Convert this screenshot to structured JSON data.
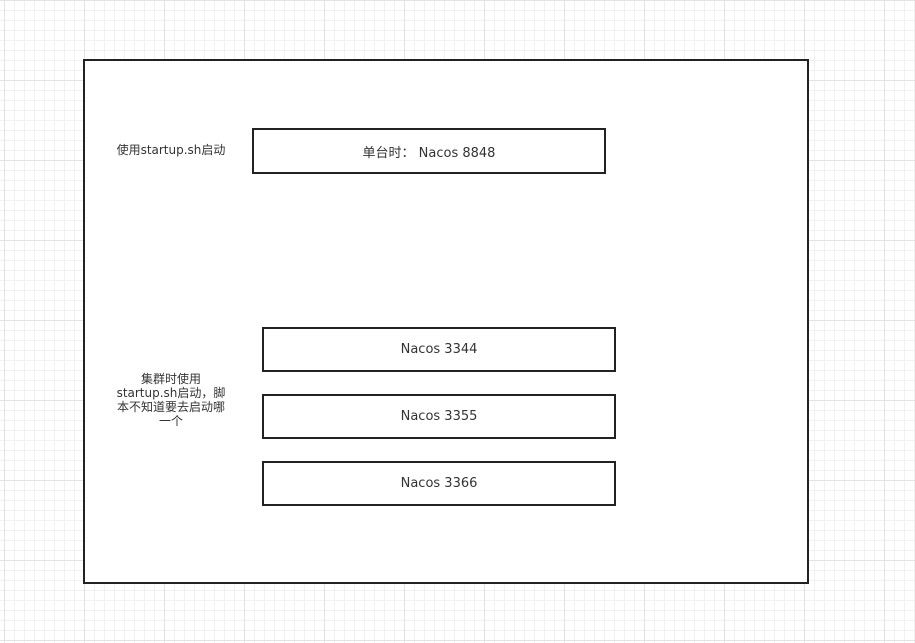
{
  "diagram": {
    "single_label": "使用startup.sh启动",
    "single_node": "单台时： Nacos 8848",
    "cluster_label_lines": [
      "集群时使用",
      "startup.sh启动，脚",
      "本不知道要去启动哪",
      "一个"
    ],
    "cluster_nodes": [
      "Nacos 3344",
      "Nacos 3355",
      "Nacos 3366"
    ]
  }
}
